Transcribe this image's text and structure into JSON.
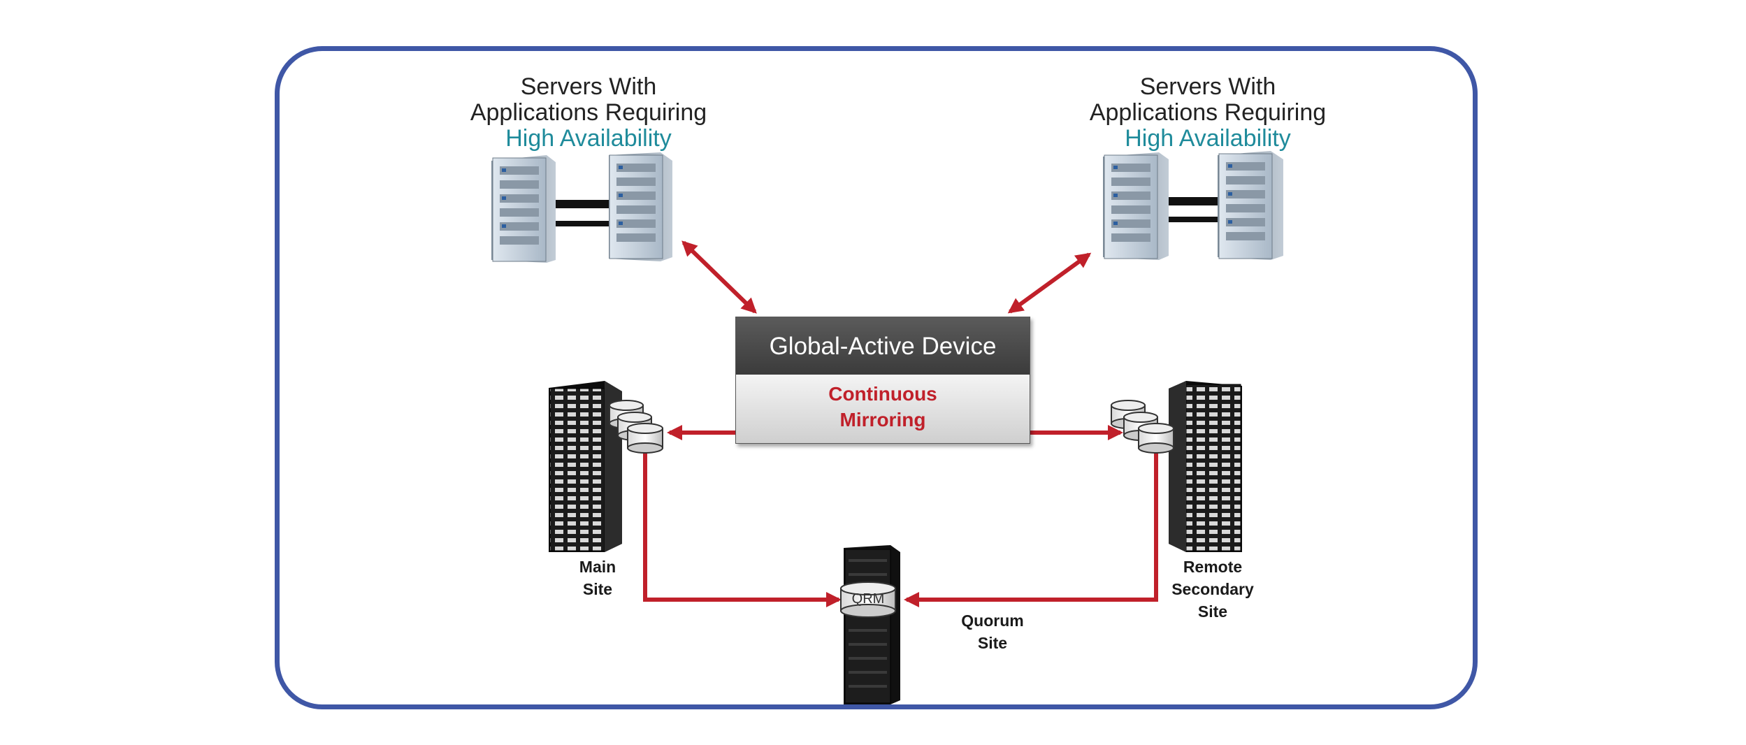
{
  "servers_left": {
    "line1": "Servers With",
    "line2": "Applications  Requiring",
    "line3": "High Availability"
  },
  "servers_right": {
    "line1": "Servers With",
    "line2": "Applications  Requiring",
    "line3": "High Availability"
  },
  "device": {
    "title": "Global-Active Device",
    "subtitle_line1": "Continuous",
    "subtitle_line2": "Mirroring"
  },
  "quorum": {
    "disk_label": "QRM",
    "line1": "Quorum",
    "line2": "Site"
  },
  "main_site": {
    "line1": "Main",
    "line2": "Site"
  },
  "remote_site": {
    "line1": "Remote",
    "line2": "Secondary",
    "line3": "Site"
  },
  "colors": {
    "frame": "#3f57a6",
    "arrows": "#c0202a",
    "accent_text": "#1f8b9b"
  },
  "icons": [
    "server-tower-icon",
    "storage-rack-icon",
    "disk-stack-icon",
    "quorum-disk-icon"
  ]
}
